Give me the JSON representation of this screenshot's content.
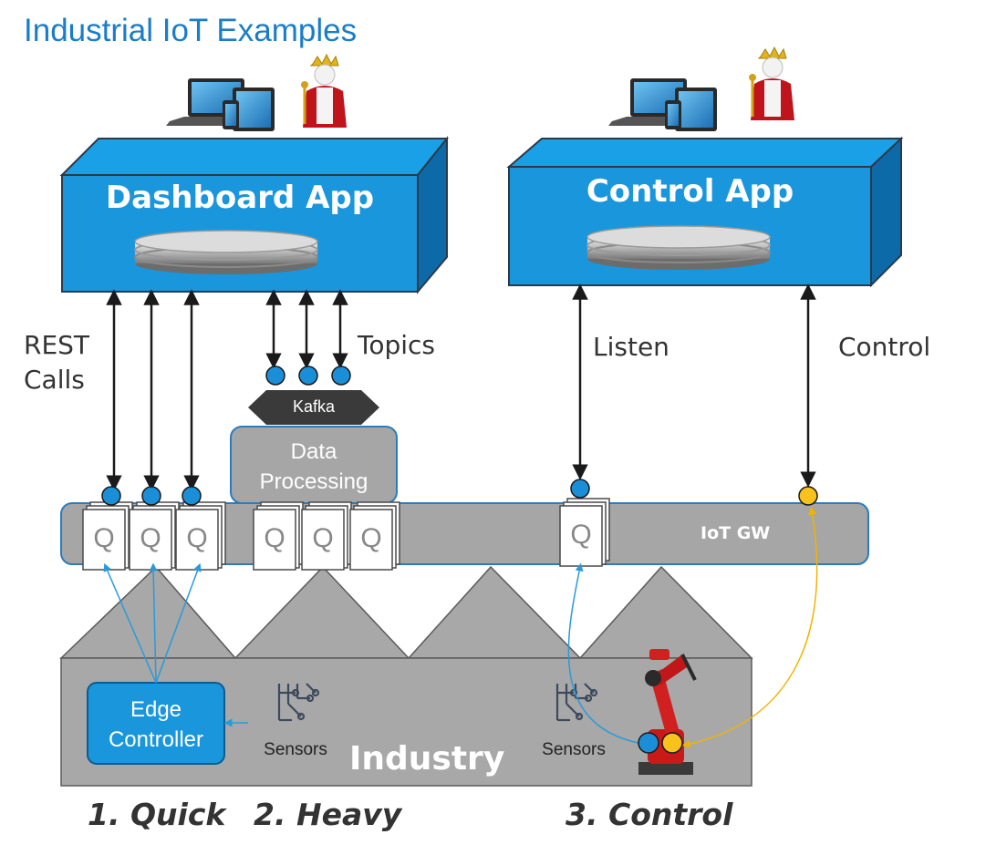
{
  "title": "Industrial IoT Examples",
  "apps": {
    "dashboard": "Dashboard App",
    "control": "Control App"
  },
  "labels": {
    "rest_calls": "REST\nCalls",
    "topics": "Topics",
    "listen": "Listen",
    "control": "Control",
    "kafka": "Kafka",
    "data_processing": "Data\nProcessing",
    "iot_gw": "IoT GW",
    "industry": "Industry",
    "edge_controller": "Edge\nController",
    "sensors": "Sensors",
    "queue": "Q"
  },
  "scenarios": [
    "1. Quick",
    "2. Heavy",
    "3. Control"
  ],
  "icons": [
    "laptop-devices-icon",
    "king-figure-icon",
    "database-disk-icon",
    "circuit-sensor-icon",
    "robot-arm-icon"
  ],
  "colors": {
    "title_blue": "#1a7dc8",
    "app_blue": "#1a96dc",
    "gateway_gray": "#a6a6a6",
    "node_blue": "#1a8fd8",
    "node_yellow": "#f8c11b",
    "kafka_dark": "#3a3a3a"
  }
}
